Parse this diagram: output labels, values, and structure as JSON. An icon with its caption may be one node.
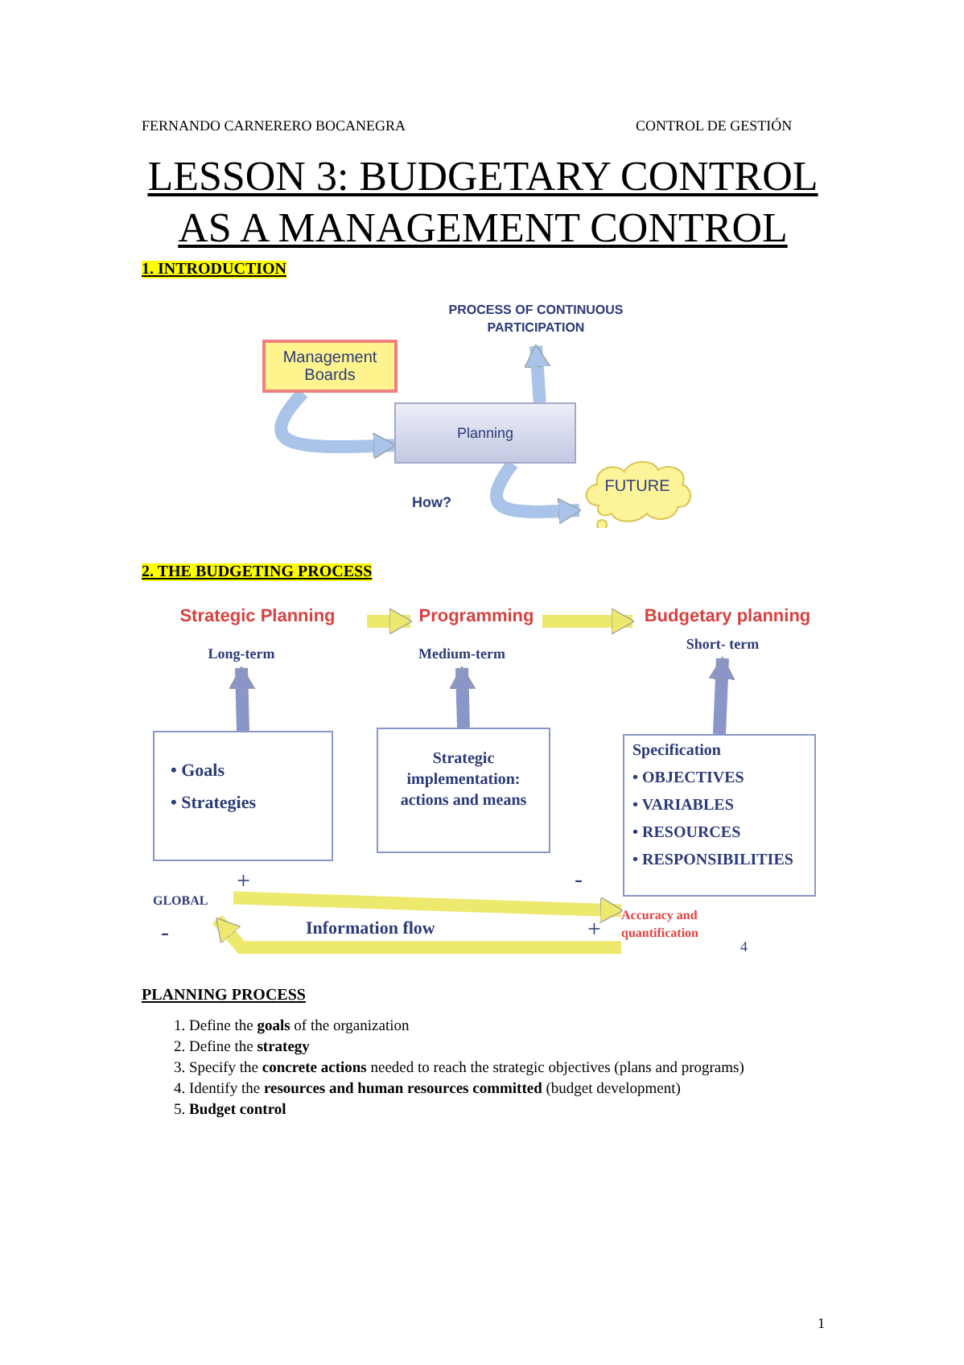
{
  "diagram": {
    "title": "LESSON 3: BUDGETARY CONTROL AS A MANAGEMENT CONTROL",
    "nodes": [
      {
        "text": [
          "Management Boards"
        ]
      },
      {
        "text": [
          "Planning"
        ]
      },
      {
        "text": [
          "PROCESS OF CONTINUOUS PARTICIPATION"
        ]
      },
      {
        "text": [
          "FUTURE"
        ]
      },
      {
        "text": [
          "Strategic Planning"
        ]
      },
      {
        "text": [
          "Programming"
        ]
      },
      {
        "text": [
          "Budgetary planning"
        ]
      },
      {
        "text": [
          "Long-term"
        ]
      },
      {
        "text": [
          "Medium-term"
        ]
      },
      {
        "text": [
          "Short- term"
        ]
      },
      {
        "text": [
          "• Goals",
          "• Strategies"
        ]
      },
      {
        "text": [
          "Strategic implementation: actions and means"
        ]
      },
      {
        "text": [
          "Specification",
          "• OBJECTIVES",
          "• VARIABLES",
          "• RESOURCES",
          "• RESPONSIBILITIES"
        ]
      },
      {
        "text": [
          "GLOBAL"
        ]
      },
      {
        "text": [
          "Accuracy and quantification"
        ]
      }
    ],
    "edges": [
      {
        "from": 0,
        "to": 1,
        "arrow": "to",
        "color": "#a9c4e8"
      },
      {
        "from": 1,
        "to": 2,
        "arrow": "to",
        "color": "#a9c4e8"
      },
      {
        "from": 1,
        "to": 3,
        "arrow": "to",
        "color": "#a9c4e8"
      },
      {
        "from": 4,
        "to": 5,
        "arrow": "to"
      },
      {
        "from": 5,
        "to": 6,
        "arrow": "to"
      },
      {
        "from": 10,
        "to": 7,
        "arrow": "to",
        "color": "#8a96c8"
      },
      {
        "from": 11,
        "to": 8,
        "arrow": "to",
        "color": "#8a96c8"
      },
      {
        "from": 12,
        "to": 9,
        "arrow": "to",
        "color": "#8a96c8"
      },
      {
        "from": 13,
        "to": 14,
        "arrow": "to"
      },
      {
        "from": 14,
        "to": 13,
        "arrow": "to",
        "label": "Information flow"
      }
    ],
    "labels": [
      "FERNANDO CARNERERO BOCANEGRA",
      "CONTROL DE GESTIÓN",
      "1. INTRODUCTION",
      "How?",
      "2. THE BUDGETING PROCESS",
      "+",
      "-",
      "-",
      "+",
      "4",
      "PLANNING PROCESS",
      "1. Define the **goals** of the organization",
      "2. Define the **strategy**",
      "3. Specify the **concrete actions** needed to reach the strategic objectives (plans and programs)",
      "4. Identify the **resources and human resources committed** (budget development)",
      "5. **Budget control**",
      "1"
    ]
  }
}
